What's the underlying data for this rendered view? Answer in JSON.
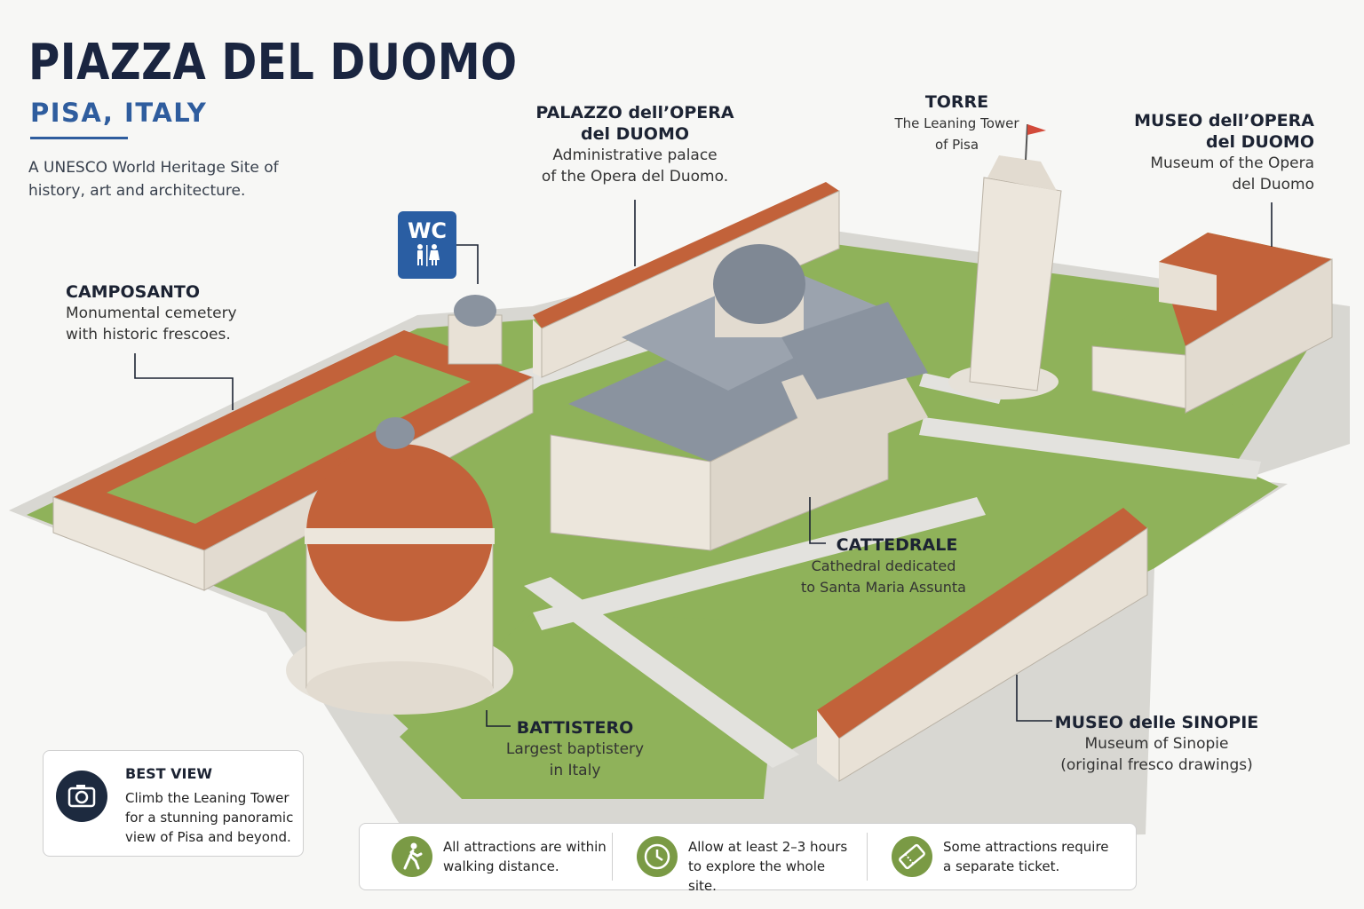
{
  "header": {
    "title": "PIAZZA DEL DUOMO",
    "subtitle": "PISA, ITALY",
    "description": "A UNESCO World Heritage Site of history, art and architecture."
  },
  "colors": {
    "lawn": "#8fb25a",
    "path": "#e3e2de",
    "roof_tile": "#c2623a",
    "stone": "#ece6dc",
    "slate": "#8a939f",
    "accent_blue": "#2f5d9e",
    "navy": "#1a2540",
    "tip_green": "#7a9a45"
  },
  "wc": {
    "label": "WC",
    "icon": "restroom-icon"
  },
  "landmarks": {
    "camposanto": {
      "name": "CAMPOSANTO",
      "desc": "Monumental cemetery with historic frescoes."
    },
    "palazzo": {
      "name_line1": "PALAZZO dell’OPERA",
      "name_line2": "del DUOMO",
      "desc_line1": "Administrative palace",
      "desc_line2": "of the Opera del Duomo."
    },
    "torre": {
      "name": "TORRE",
      "desc_line1": "The Leaning Tower",
      "desc_line2": "of Pisa"
    },
    "museo_opera": {
      "name_line1": "MUSEO dell’OPERA",
      "name_line2": "del DUOMO",
      "desc_line1": "Museum of the Opera",
      "desc_line2": "del Duomo"
    },
    "cattedrale": {
      "name": "CATTEDRALE",
      "desc_line1": "Cathedral dedicated",
      "desc_line2": "to Santa Maria Assunta"
    },
    "battistero": {
      "name": "BATTISTERO",
      "desc_line1": "Largest baptistery",
      "desc_line2": "in Italy"
    },
    "sinopie": {
      "name": "MUSEO delle SINOPIE",
      "desc_line1": "Museum of Sinopie",
      "desc_line2": "(original fresco drawings)"
    }
  },
  "best_view": {
    "icon": "camera-icon",
    "title": "BEST VIEW",
    "text": "Climb the Leaning Tower for a stunning panoramic view of Pisa and beyond."
  },
  "tips": [
    {
      "icon": "walking-person-icon",
      "text": "All attractions are within walking distance."
    },
    {
      "icon": "clock-icon",
      "text": "Allow at least 2–3 hours to explore the whole site."
    },
    {
      "icon": "ticket-icon",
      "text": "Some attractions require a separate ticket."
    }
  ]
}
